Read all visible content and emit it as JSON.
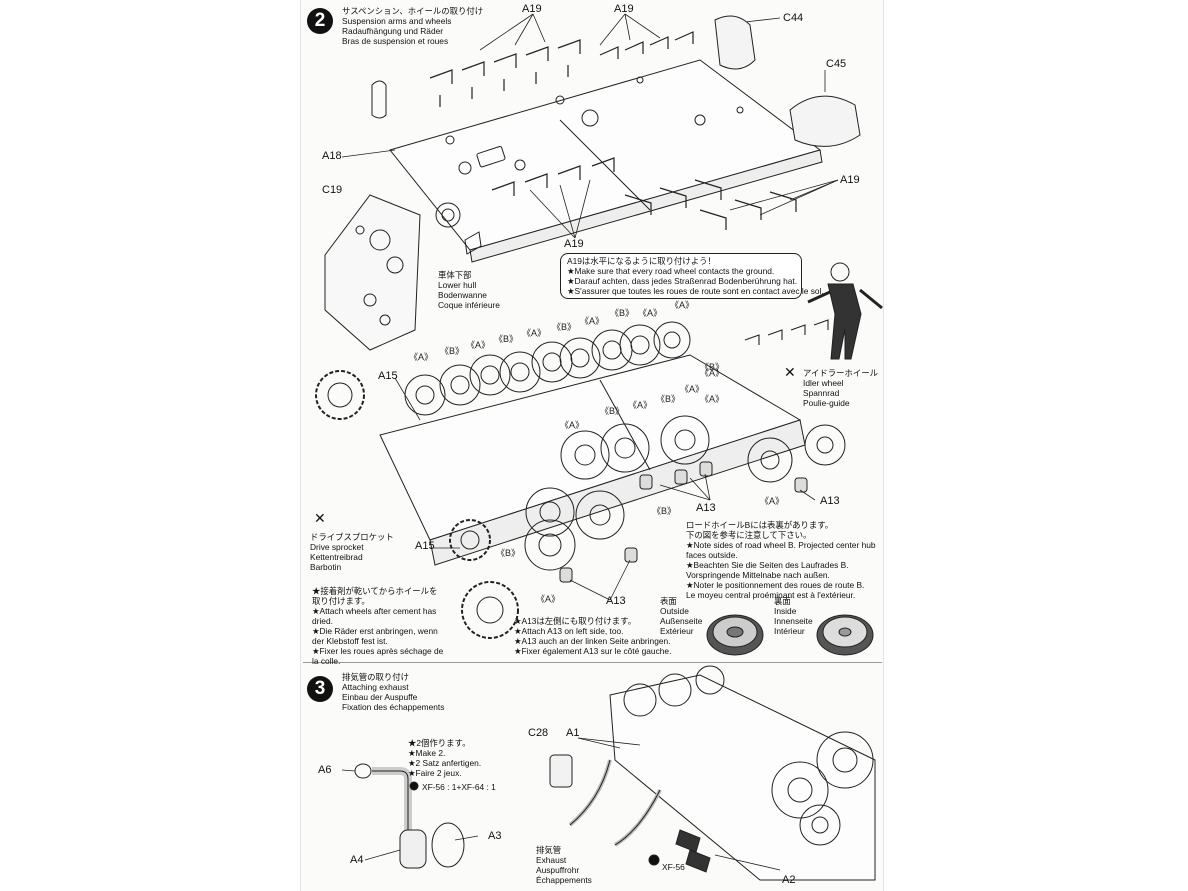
{
  "colors": {
    "ink": "#111111",
    "paper": "#fbfbfa",
    "badge": "#111111"
  },
  "step2": {
    "number": "2",
    "title_lines": [
      "サスペンション、ホイールの取り付け",
      "Suspension arms and wheels",
      "Radaufhängung und Räder",
      "Bras de suspension et roues"
    ],
    "part_labels": {
      "a19_a": "A19",
      "a19_b": "A19",
      "a19_c": "A19",
      "a19_d": "A19",
      "c44": "C44",
      "c45": "C45",
      "a18": "A18",
      "c19": "C19",
      "a15_top": "A15",
      "a15_bottom": "A15",
      "a13_right": "A13",
      "a13_mid": "A13",
      "a13_bottom": "A13"
    },
    "lower_hull": [
      "車体下部",
      "Lower hull",
      "Bodenwanne",
      "Coque inférieure"
    ],
    "ground_note": [
      "A19は水平になるように取り付けよう！",
      "★Make sure that every road wheel contacts the ground.",
      "★Darauf achten, dass jedes Straßenrad Bodenberührung hat.",
      "★S'assurer que toutes les roues de route sont en contact avec le sol."
    ],
    "idler_wheel": [
      "アイドラーホイール",
      "Idler wheel",
      "Spannrad",
      "Poulie-guide"
    ],
    "drive_sprocket": [
      "ドライブスプロケット",
      "Drive sprocket",
      "Kettentreibrad",
      "Barbotin"
    ],
    "wheel_marks": [
      "《A》",
      "《B》",
      "《A》",
      "《B》",
      "《A》",
      "《B》",
      "《A》",
      "《B》",
      "《A》",
      "《A》",
      "《B》",
      "《A》",
      "《B》",
      "《A》",
      "《B》",
      "《A》",
      "《B》",
      "《A》",
      "《A》",
      "《B》",
      "《A》",
      "《A》"
    ],
    "cement_note": [
      "★接着剤が乾いてからホイールを",
      "取り付けます。",
      "★Attach wheels after cement has",
      "dried.",
      "★Die Räder erst anbringen, wenn",
      "der Klebstoff fest ist.",
      "★Fixer les roues après séchage de",
      "la colle."
    ],
    "a13_note": [
      "★A13は左側にも取り付けます。",
      "★Attach A13 on left side, too.",
      "★A13 auch an der linken Seite anbringen.",
      "★Fixer également A13 sur le côté gauche."
    ],
    "wheel_b_note": [
      "ロードホイールBには表裏があります。",
      "下の図を参考に注意して下さい。",
      "★Note sides of road wheel B. Projected center hub",
      "faces outside.",
      "★Beachten Sie die Seiten des Laufrades B.",
      "Vorspringende Mittelnabe nach außen.",
      "★Noter le positionnement des roues de route B.",
      "Le moyeu central proéminant est à l'extérieur."
    ],
    "outside": [
      "表面",
      "Outside",
      "Außenseite",
      "Extérieur"
    ],
    "inside": [
      "裏面",
      "Inside",
      "Innenseite",
      "Intérieur"
    ]
  },
  "step3": {
    "number": "3",
    "title_lines": [
      "排気管の取り付け",
      "Attaching exhaust",
      "Einbau der Auspuffe",
      "Fixation des échappements"
    ],
    "make2": [
      "★2個作ります。",
      "★Make 2.",
      "★2 Satz anfertigen.",
      "★Faire 2 jeux."
    ],
    "paint_mix": "XF-56 : 1+XF-64 : 1",
    "paint_single": "XF-56",
    "part_labels": {
      "a6": "A6",
      "a3": "A3",
      "a4": "A4",
      "c28": "C28",
      "a1": "A1",
      "a2": "A2"
    },
    "exhaust": [
      "排気管",
      "Exhaust",
      "Auspuffrohr",
      "Échappements"
    ]
  }
}
